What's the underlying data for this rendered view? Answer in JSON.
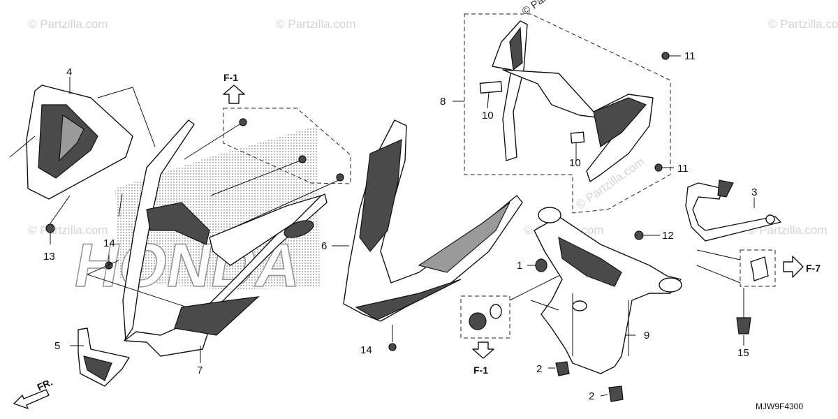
{
  "callouts": {
    "n1": "1",
    "n2a": "2",
    "n2b": "2",
    "n3": "3",
    "n4": "4",
    "n5": "5",
    "n6": "6",
    "n7": "7",
    "n8": "8",
    "n9": "9",
    "n10a": "10",
    "n10b": "10",
    "n11a": "11",
    "n11b": "11",
    "n12": "12",
    "n13": "13",
    "n14a": "14",
    "n14b": "14",
    "n15": "15"
  },
  "refs": {
    "f1_top": "F-1",
    "f1_bottom": "F-1",
    "f7": "F-7"
  },
  "front_label": "FR.",
  "diagram_code": "MJW9F4300",
  "watermark": "© Partzilla.com",
  "background_logo": "HONDA"
}
